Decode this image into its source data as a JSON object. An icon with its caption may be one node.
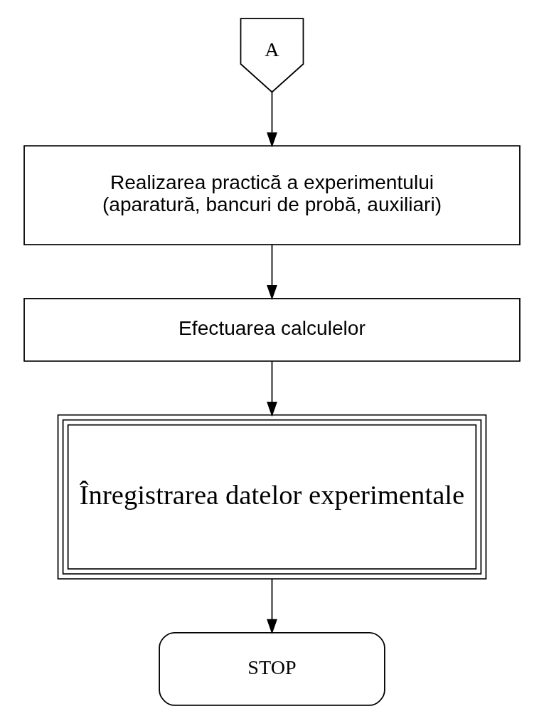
{
  "diagram": {
    "nodes": [
      {
        "text": [
          "A"
        ]
      },
      {
        "text": [
          "Realizarea practică a experimentului (aparatură, bancuri de probă, auxiliari)"
        ]
      },
      {
        "text": [
          "Efectuarea calculelor"
        ]
      },
      {
        "text": [
          "Înregistrarea datelor experimentale"
        ]
      },
      {
        "text": [
          "STOP"
        ]
      }
    ],
    "edges": [
      {
        "from": 0,
        "to": 1,
        "arrow": "to"
      },
      {
        "from": 1,
        "to": 2,
        "arrow": "to"
      },
      {
        "from": 2,
        "to": 3,
        "arrow": "to"
      },
      {
        "from": 3,
        "to": 4,
        "arrow": "to"
      }
    ]
  }
}
